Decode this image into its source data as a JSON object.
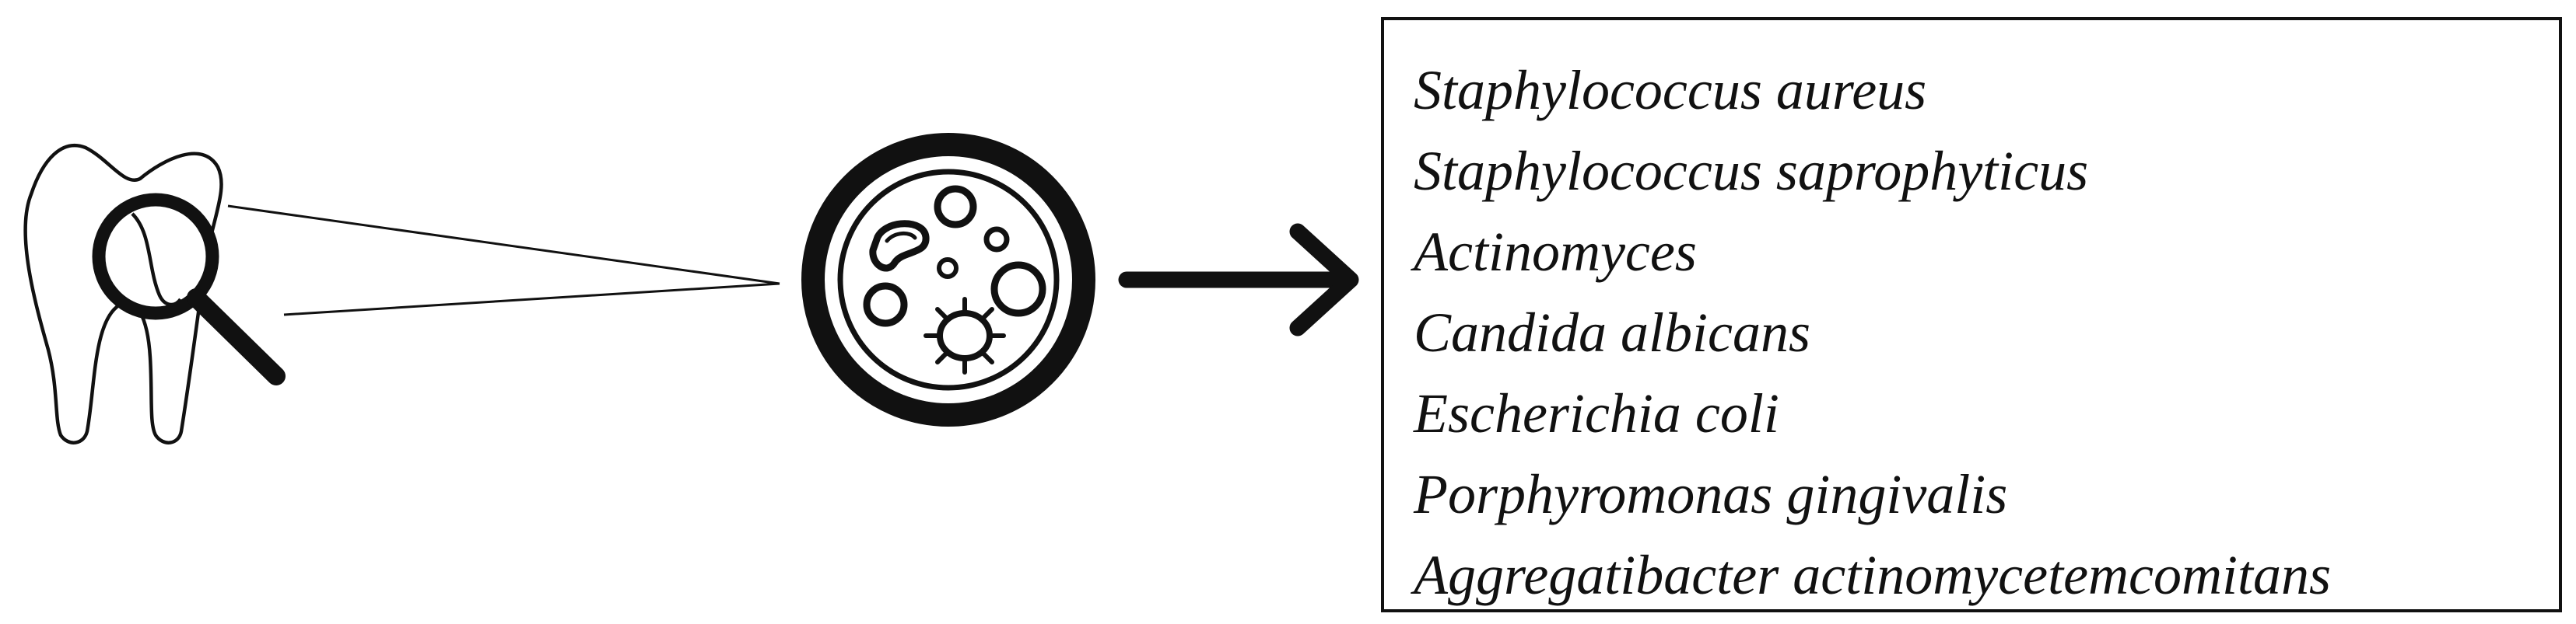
{
  "icons": {
    "tooth": "tooth-icon",
    "magnifier": "magnifying-glass-icon",
    "culture": "petri-dish-icon",
    "arrow": "arrow-right-icon"
  },
  "colors": {
    "stroke": "#111111",
    "background": "#ffffff"
  },
  "organisms": [
    "Staphylococcus aureus",
    "Staphylococcus saprophyticus",
    "Actinomyces",
    "Candida albicans",
    "Escherichia coli",
    "Porphyromonas gingivalis",
    "Aggregatibacter actinomycetemcomitans"
  ]
}
